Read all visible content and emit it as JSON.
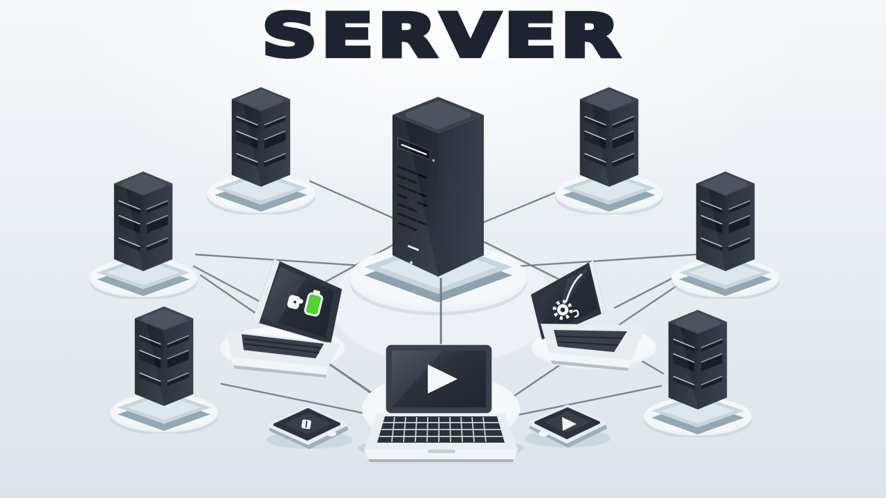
{
  "title": "SERVER",
  "palette": {
    "background_top": "#f7fafc",
    "background_bottom": "#dce3ea",
    "title_color": "#1d2330",
    "server_body_dark": "#232934",
    "server_body_light": "#333a46",
    "server_cap": "#4d5460",
    "platform_glass": "#ccdae2",
    "disc_white": "#f6f9fb",
    "connection_line": "#7b838d",
    "screen_dark": "#262c36",
    "battery_green": "#4fd32f",
    "icon_white": "#f4f7f9"
  },
  "scene": {
    "nodes": [
      {
        "id": "hub-server",
        "type": "server-tower",
        "role": "central-hub"
      },
      {
        "id": "server-top-left",
        "type": "server-tower"
      },
      {
        "id": "server-top-right",
        "type": "server-tower"
      },
      {
        "id": "server-mid-left",
        "type": "server-tower"
      },
      {
        "id": "server-mid-right",
        "type": "server-tower"
      },
      {
        "id": "server-bottom-left",
        "type": "server-tower"
      },
      {
        "id": "server-bottom-right",
        "type": "server-tower"
      },
      {
        "id": "laptop-left",
        "type": "laptop",
        "screen_icon": "battery-charging"
      },
      {
        "id": "laptop-right",
        "type": "laptop",
        "screen_icon": "gear"
      },
      {
        "id": "laptop-bottom",
        "type": "laptop",
        "screen_icon": "play"
      },
      {
        "id": "tablet-left",
        "type": "tablet",
        "screen_icon": "card"
      },
      {
        "id": "tablet-right",
        "type": "tablet",
        "screen_icon": "play"
      }
    ],
    "connections": [
      [
        "server-top-left",
        "hub-server"
      ],
      [
        "server-top-right",
        "hub-server"
      ],
      [
        "server-mid-left",
        "hub-server"
      ],
      [
        "server-mid-right",
        "hub-server"
      ],
      [
        "hub-server",
        "laptop-left"
      ],
      [
        "hub-server",
        "laptop-right"
      ],
      [
        "hub-server",
        "laptop-bottom"
      ],
      [
        "server-mid-left",
        "laptop-left"
      ],
      [
        "server-mid-right",
        "laptop-right"
      ],
      [
        "server-mid-left",
        "laptop-bottom"
      ],
      [
        "server-mid-right",
        "laptop-bottom"
      ],
      [
        "server-bottom-left",
        "laptop-bottom"
      ],
      [
        "server-bottom-right",
        "laptop-bottom"
      ],
      [
        "laptop-left",
        "laptop-bottom"
      ],
      [
        "laptop-right",
        "server-bottom-right"
      ]
    ]
  }
}
